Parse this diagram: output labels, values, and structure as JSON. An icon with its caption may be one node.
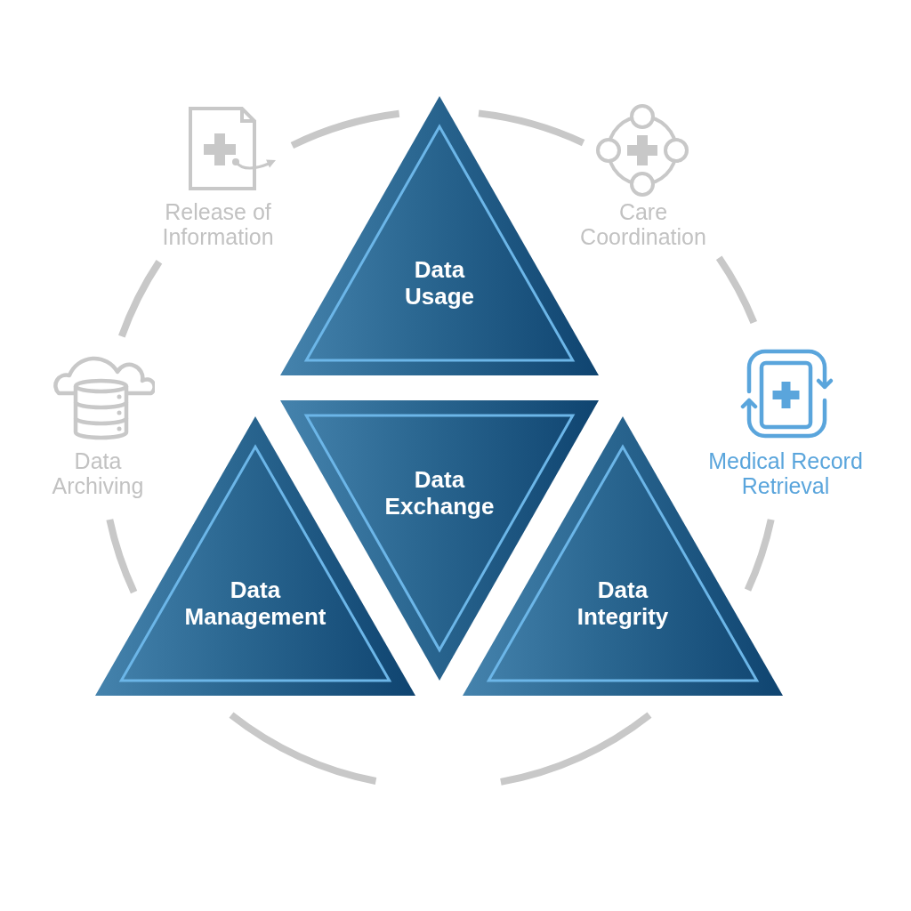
{
  "diagram": {
    "nodes": [
      {
        "text": [
          "Data Usage"
        ]
      },
      {
        "text": [
          "Data Exchange"
        ]
      },
      {
        "text": [
          "Data Management"
        ]
      },
      {
        "text": [
          "Data Integrity"
        ]
      }
    ],
    "labels": [
      "Release of Information",
      "Care Coordination",
      "Data Archiving",
      "Medical Record Retrieval"
    ]
  }
}
